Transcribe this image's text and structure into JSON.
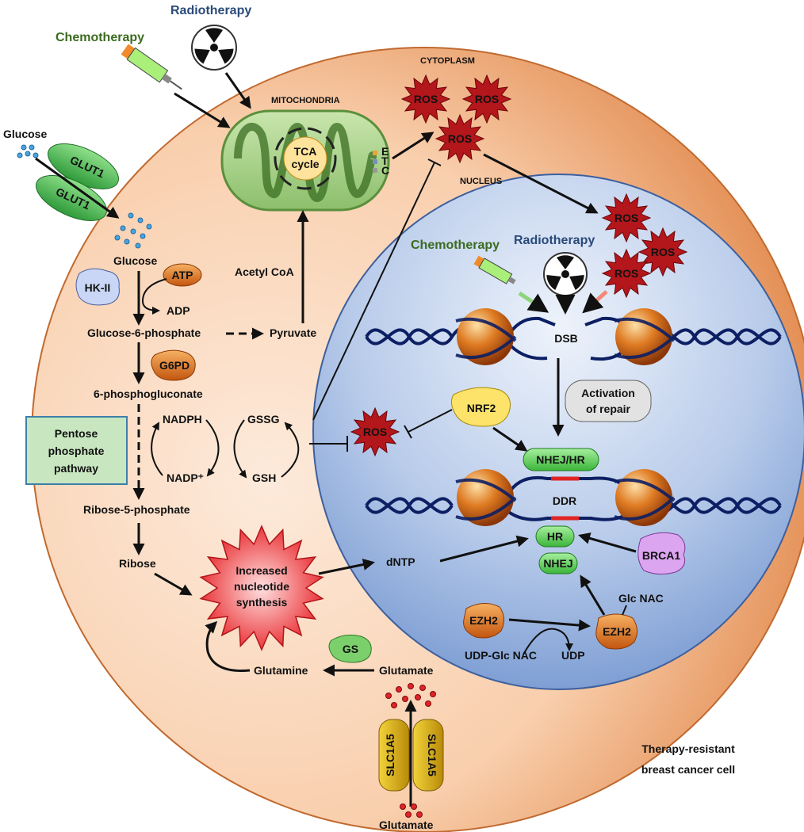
{
  "title": "Therapy-resistant breast cancer cell",
  "treatments": {
    "chemo": "Chemotherapy",
    "radio": "Radiotherapy",
    "chemo_nucleus": "Chemotherapy",
    "radio_nucleus": "Radiotherapy"
  },
  "compartments": {
    "cytoplasm": "CYTOPLASM",
    "mitochondria": "MITOCHONDRIA",
    "nucleus": "NUCLEUS"
  },
  "mito": {
    "tca1": "TCA",
    "tca2": "cycle",
    "etc": [
      "E",
      "T",
      "C"
    ]
  },
  "ros": "ROS",
  "transporters": {
    "glut1": "GLUT1",
    "slc1a5": "SLC1A5"
  },
  "metabolites": {
    "glucose_out": "Glucose",
    "glucose_in": "Glucose",
    "atp": "ATP",
    "adp": "ADP",
    "g6p": "Glucose-6-phosphate",
    "pyruvate": "Pyruvate",
    "acetyl_coa": "Acetyl CoA",
    "pg6": "6-phosphogluconate",
    "nadph": "NADPH",
    "nadp_plus": "NADP⁺",
    "gssg": "GSSG",
    "gsh": "GSH",
    "r5p": "Ribose-5-phosphate",
    "ribose": "Ribose",
    "dntp": "dNTP",
    "glutamine": "Glutamine",
    "glutamate_in": "Glutamate",
    "glutamate_out": "Glutamate",
    "udp_glcnac": "UDP-Glc NAC",
    "udp": "UDP",
    "glcnac": "Glc NAC"
  },
  "enzymes": {
    "hk2": "HK-II",
    "g6pd": "G6PD",
    "gs": "GS",
    "nrf2": "NRF2",
    "brca1": "BRCA1",
    "ezh2": "EZH2"
  },
  "ppp": [
    "Pentose",
    "phosphate",
    "pathway"
  ],
  "nucleotide": [
    "Increased",
    "nucleotide",
    "synthesis"
  ],
  "repair": {
    "dsb": "DSB",
    "ddr": "DDR",
    "activation1": "Activation",
    "activation2": "of repair",
    "nhej_hr": "NHEJ/HR",
    "hr": "HR",
    "nhej": "NHEJ"
  },
  "colors": {
    "cell_light": "#fde6d6",
    "cell_dark": "#e3864a",
    "nucleus_light": "#dde8f7",
    "nucleus_dark": "#7d9fd6",
    "ros": "#b3161b",
    "green_pill": "#5fd35a",
    "mito_outer": "#9ac77a",
    "nucleosome": "#d0701d"
  }
}
